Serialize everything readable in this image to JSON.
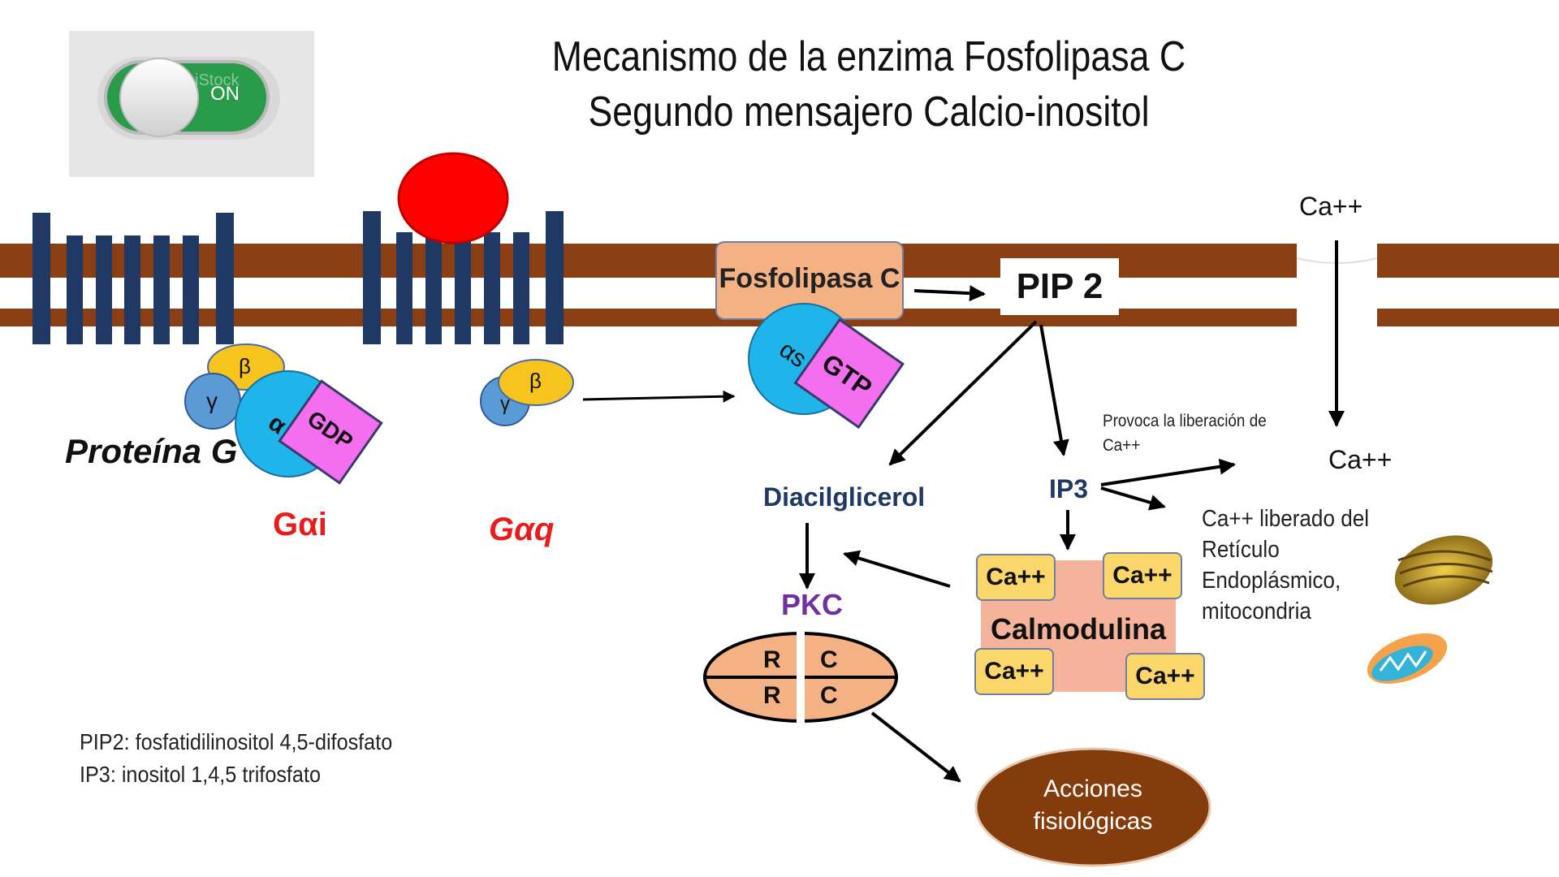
{
  "title": {
    "line1": "Mecanismo de la enzima Fosfolipasa C",
    "line2": "Segundo mensajero Calcio-inositol"
  },
  "toggle_switch": {
    "label": "ON",
    "watermark": "iStock"
  },
  "g_protein": {
    "label": "Proteína  G",
    "inactive": {
      "beta": "β",
      "gamma": "γ",
      "alpha": "α",
      "nucleotide": "GDP",
      "name": "Gαi"
    },
    "active": {
      "beta": "β",
      "gamma": "γ",
      "name": "Gαq"
    }
  },
  "enzyme": {
    "name": "Fosfolipasa C",
    "alpha": "αs",
    "nucleotide": "GTP"
  },
  "pip2": "PIP 2",
  "dag": "Diacilglicerol",
  "ip3": "IP3",
  "pkc": {
    "name": "PKC",
    "r1": "R",
    "r2": "R",
    "c1": "C",
    "c2": "C"
  },
  "calmodulin": {
    "name": "Calmodulina",
    "ions": [
      "Ca++",
      "Ca++",
      "Ca++",
      "Ca++"
    ]
  },
  "calcium": {
    "channel_top": "Ca++",
    "channel_bottom": "Ca++",
    "release_note": "Provoca la liberación de Ca++",
    "er_note_lines": [
      "Ca++ liberado del",
      "Retículo",
      "Endoplásmico,",
      "mitocondria"
    ]
  },
  "actions": {
    "line1": "Acciones",
    "line2": "fisiológicas"
  },
  "legend": {
    "pip2": "PIP2: fosfatidilinositol 4,5-difosfato",
    "ip3": "IP3: inositol 1,4,5 trifosfato"
  },
  "colors": {
    "membrane": "#8a3e13",
    "receptor": "#1f3864",
    "ligand": "#ff0000",
    "beta": "#f7c41d",
    "gamma": "#5b9bd5",
    "alpha": "#1fb4ea",
    "nucleotide": "#f46ff0",
    "enzyme": "#f4b183",
    "red_label": "#e81c1c",
    "navy_text": "#1f3864",
    "pkc": "#7030a0",
    "calcium_box": "#fbd66b",
    "calmodulin": "#f4b39a",
    "actions": "#843c0c"
  }
}
